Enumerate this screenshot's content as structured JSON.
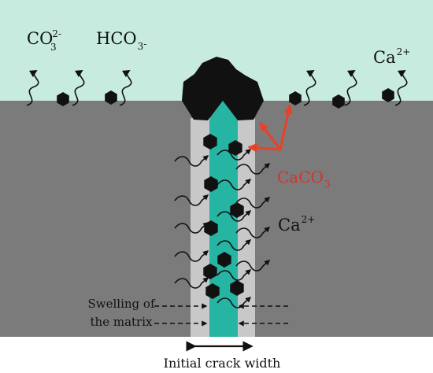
{
  "labels": {
    "carbonate": {
      "base": "CO",
      "sub": "3",
      "sup": "2-"
    },
    "bicarbonate": {
      "base": "HCO",
      "sub": "3",
      "sup": "-"
    },
    "calcium_top": {
      "base": "Ca",
      "sup": "2+"
    },
    "calcium_mid": {
      "base": "Ca",
      "sup": "2+"
    },
    "calcite": {
      "base": "CaCO",
      "sub": "3"
    },
    "swelling": {
      "line1": "Swelling of",
      "line2": "the matrix"
    },
    "crack_width": "Initial crack width"
  },
  "icons": {
    "wavy": "wavy-arrow-icon",
    "particle": "hexagon-particle-icon",
    "dashed": "dashed-arrow-icon",
    "reaction": "reaction-arrows-icon",
    "dimension": "double-arrow-icon"
  },
  "colors": {
    "water": "#c8ebe0",
    "matrix": "#7b7b7b",
    "crack_wall": "#c8c8c8",
    "crack_channel": "#26b5a3",
    "calcite_deposit": "#111111",
    "reaction_arrow": "#e8412a",
    "calcite_label": "#d8312a"
  }
}
